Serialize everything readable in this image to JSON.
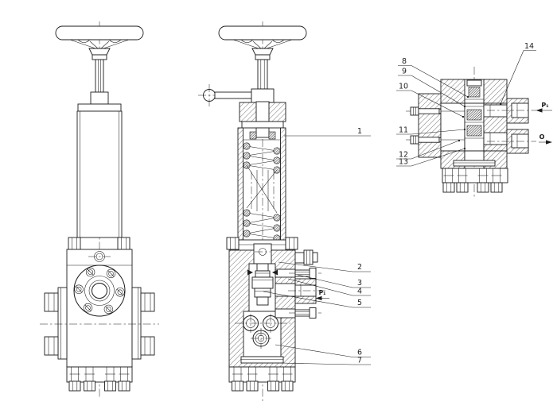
{
  "page": {
    "background": "#ffffff",
    "line_color": "#1c1c1c"
  },
  "figure": {
    "kind": "engineering sectional drawing",
    "subject": "handwheel-operated valve assembly: external view, full cross-section with part callouts 1-7, enlarged detail section with part callouts 8-14 and flow ports"
  },
  "callouts": {
    "section": [
      {
        "num": "1"
      },
      {
        "num": "2"
      },
      {
        "num": "3"
      },
      {
        "num": "4"
      },
      {
        "num": "5"
      },
      {
        "num": "6"
      },
      {
        "num": "7"
      }
    ],
    "detail": [
      {
        "num": "8"
      },
      {
        "num": "9"
      },
      {
        "num": "10"
      },
      {
        "num": "11"
      },
      {
        "num": "12"
      },
      {
        "num": "13"
      },
      {
        "num": "14"
      }
    ]
  },
  "ports": {
    "section_inlet": "P₁",
    "detail_inlet": "P₁",
    "detail_outlet": "O"
  }
}
